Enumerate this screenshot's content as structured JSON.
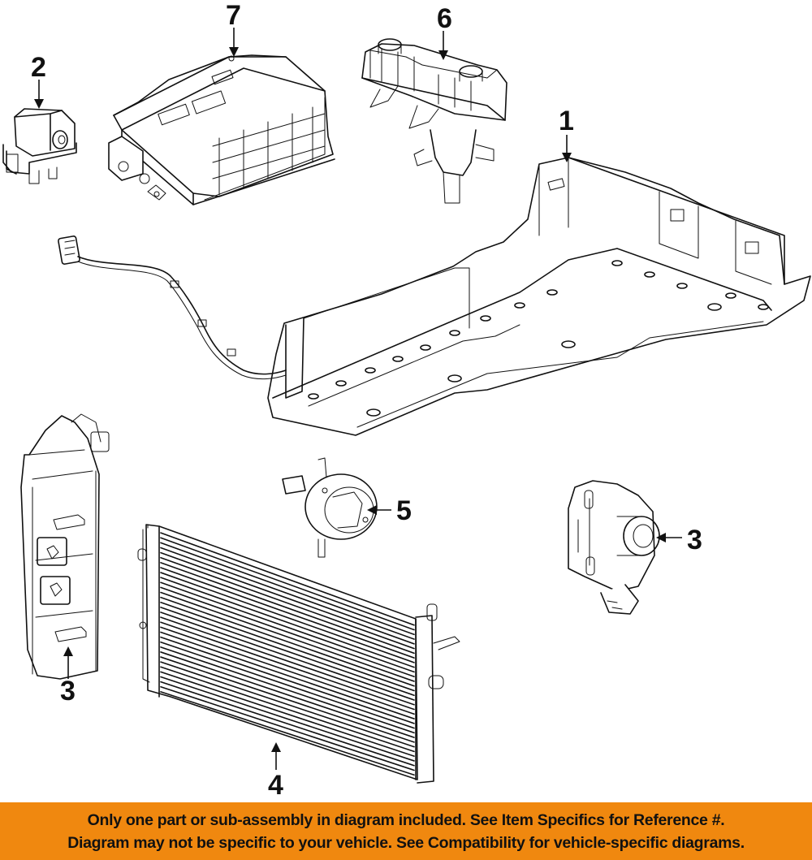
{
  "diagram": {
    "title": "Hybrid / EV battery components exploded diagram",
    "callouts": [
      {
        "id": "1",
        "label": "1",
        "part": "battery-tray"
      },
      {
        "id": "2",
        "label": "2",
        "part": "sensor-module"
      },
      {
        "id": "3a",
        "label": "3",
        "part": "charge-port-left"
      },
      {
        "id": "3b",
        "label": "3",
        "part": "charge-port-right"
      },
      {
        "id": "4",
        "label": "4",
        "part": "radiator"
      },
      {
        "id": "5",
        "label": "5",
        "part": "water-pump"
      },
      {
        "id": "6",
        "label": "6",
        "part": "coolant-reservoir"
      },
      {
        "id": "7",
        "label": "7",
        "part": "power-inverter-module"
      }
    ]
  },
  "footer": {
    "line1": "Only one part or sub-assembly in diagram included. See Item Specifics for Reference #.",
    "line2": "Diagram may not be specific to your vehicle. See Compatibility for vehicle-specific diagrams.",
    "background_color": "#f0880f",
    "text_color": "#111111"
  }
}
